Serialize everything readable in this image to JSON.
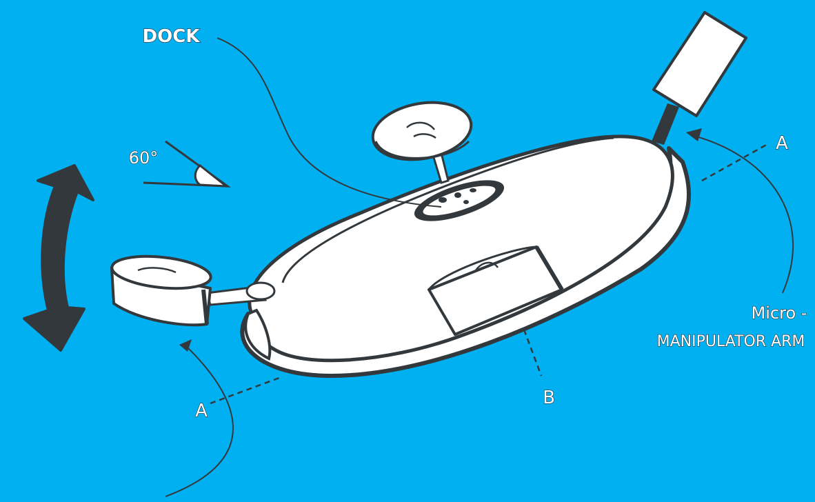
{
  "colors": {
    "background": "#00b0f0",
    "ink": "#33383c",
    "fill": "#ffffff"
  },
  "labels": {
    "dock": "DOCK",
    "angle": "60°",
    "section_a_right": "A",
    "section_a_left": "A",
    "section_b": "B",
    "arm_line1": "Micro -",
    "arm_line2": "MANIPULATOR ARM"
  },
  "icons": {
    "rotation_arrow": "double-headed-curved-arrow-icon"
  }
}
